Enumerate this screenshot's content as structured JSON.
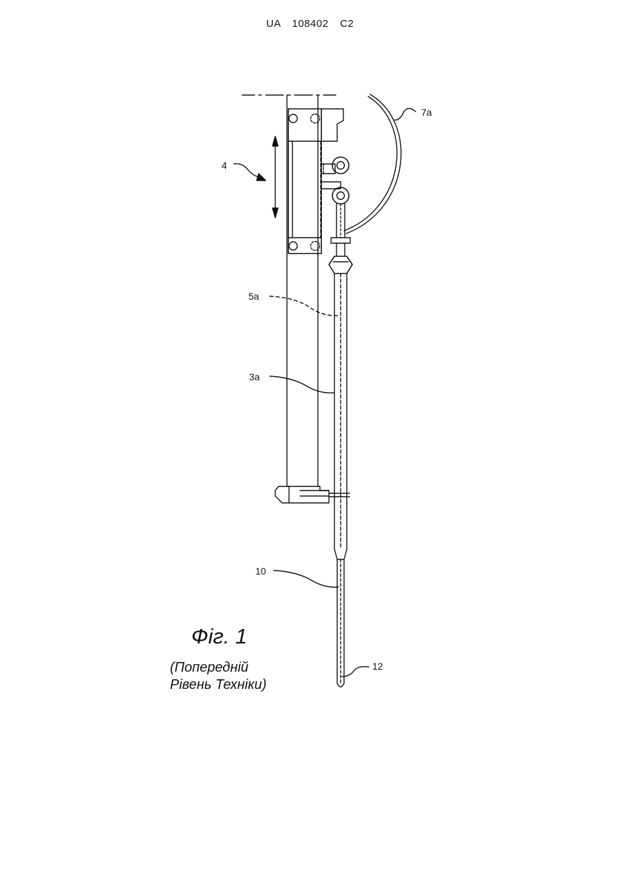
{
  "header": {
    "text": "UA 108402 C2"
  },
  "figure": {
    "title": "Фіг. 1",
    "caption_line1": "(Попередній",
    "caption_line2": "Рівень Техніки)"
  },
  "labels": {
    "cable": "7a",
    "drive": "4",
    "inner_tube": "5a",
    "outer_tube": "3a",
    "probe": "10",
    "tip": "12"
  }
}
